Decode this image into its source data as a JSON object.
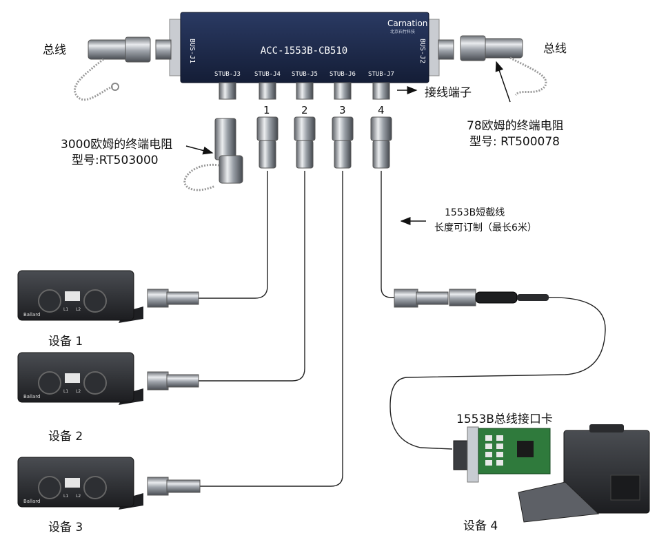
{
  "box": {
    "model": "ACC-1553B-CB510",
    "brand": "Carnation",
    "brand_sub": "北京石竹科技",
    "bus_left": "BUS-J1",
    "bus_right": "BUS-J2",
    "stubs": [
      "STUB-J3",
      "STUB-J4",
      "STUB-J5",
      "STUB-J6",
      "STUB-J7"
    ]
  },
  "stub_numbers": [
    "1",
    "2",
    "3",
    "4"
  ],
  "labels": {
    "bus_left": "总线",
    "bus_right": "总线",
    "stub_terminal": "接线端子",
    "term_78_line1": "78欧姆的终端电阻",
    "term_78_line2": "型号: RT500078",
    "term_3000_line1": "3000欧姆的终端电阻",
    "term_3000_line2": "型号:RT503000",
    "cable_line1": "1553B短截线",
    "cable_line2": "长度可订制（最长6米）",
    "card": "1553B总线接口卡",
    "device1": "设备 1",
    "device2": "设备 2",
    "device3": "设备 3",
    "device4": "设备 4"
  },
  "device_panel": {
    "badge": "Ballard",
    "port1": "L1",
    "port2": "L2"
  },
  "colors": {
    "box": "#1e2b4c",
    "box_text": "#ffffff",
    "cable": "#222222",
    "metal": "#b8bcc2",
    "device": "#2b2d30",
    "pcb": "#2f7a3c"
  }
}
